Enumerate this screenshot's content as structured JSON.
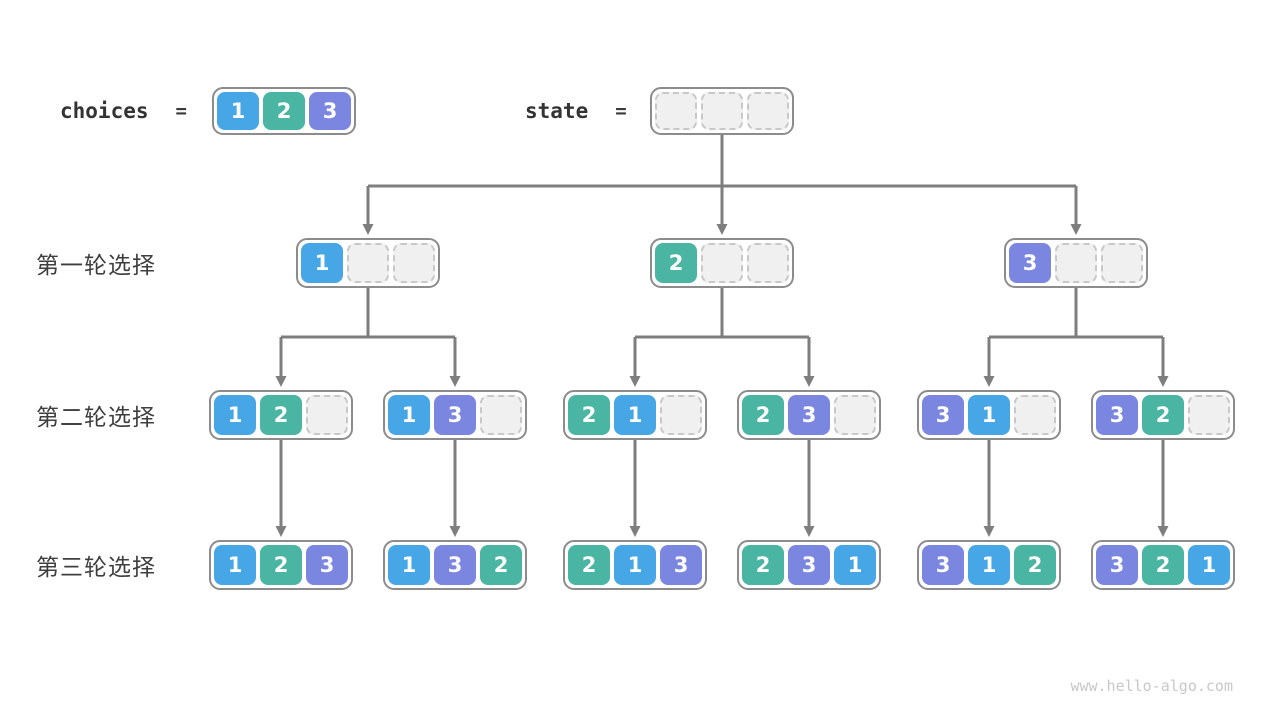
{
  "header": {
    "choices_label": "choices",
    "equals": "=",
    "state_label": "state",
    "choices": [
      1,
      2,
      3
    ],
    "state": [
      null,
      null,
      null
    ]
  },
  "palette": {
    "1": "#47a7e6",
    "2": "#4ab5a3",
    "3": "#7b86e0"
  },
  "rows": [
    {
      "label": "第一轮选择",
      "nodes": [
        [
          1,
          null,
          null
        ],
        [
          2,
          null,
          null
        ],
        [
          3,
          null,
          null
        ]
      ]
    },
    {
      "label": "第二轮选择",
      "nodes": [
        [
          1,
          2,
          null
        ],
        [
          1,
          3,
          null
        ],
        [
          2,
          1,
          null
        ],
        [
          2,
          3,
          null
        ],
        [
          3,
          1,
          null
        ],
        [
          3,
          2,
          null
        ]
      ]
    },
    {
      "label": "第三轮选择",
      "nodes": [
        [
          1,
          2,
          3
        ],
        [
          1,
          3,
          2
        ],
        [
          2,
          1,
          3
        ],
        [
          2,
          3,
          1
        ],
        [
          3,
          1,
          2
        ],
        [
          3,
          2,
          1
        ]
      ]
    }
  ],
  "watermark": "www.hello-algo.com"
}
